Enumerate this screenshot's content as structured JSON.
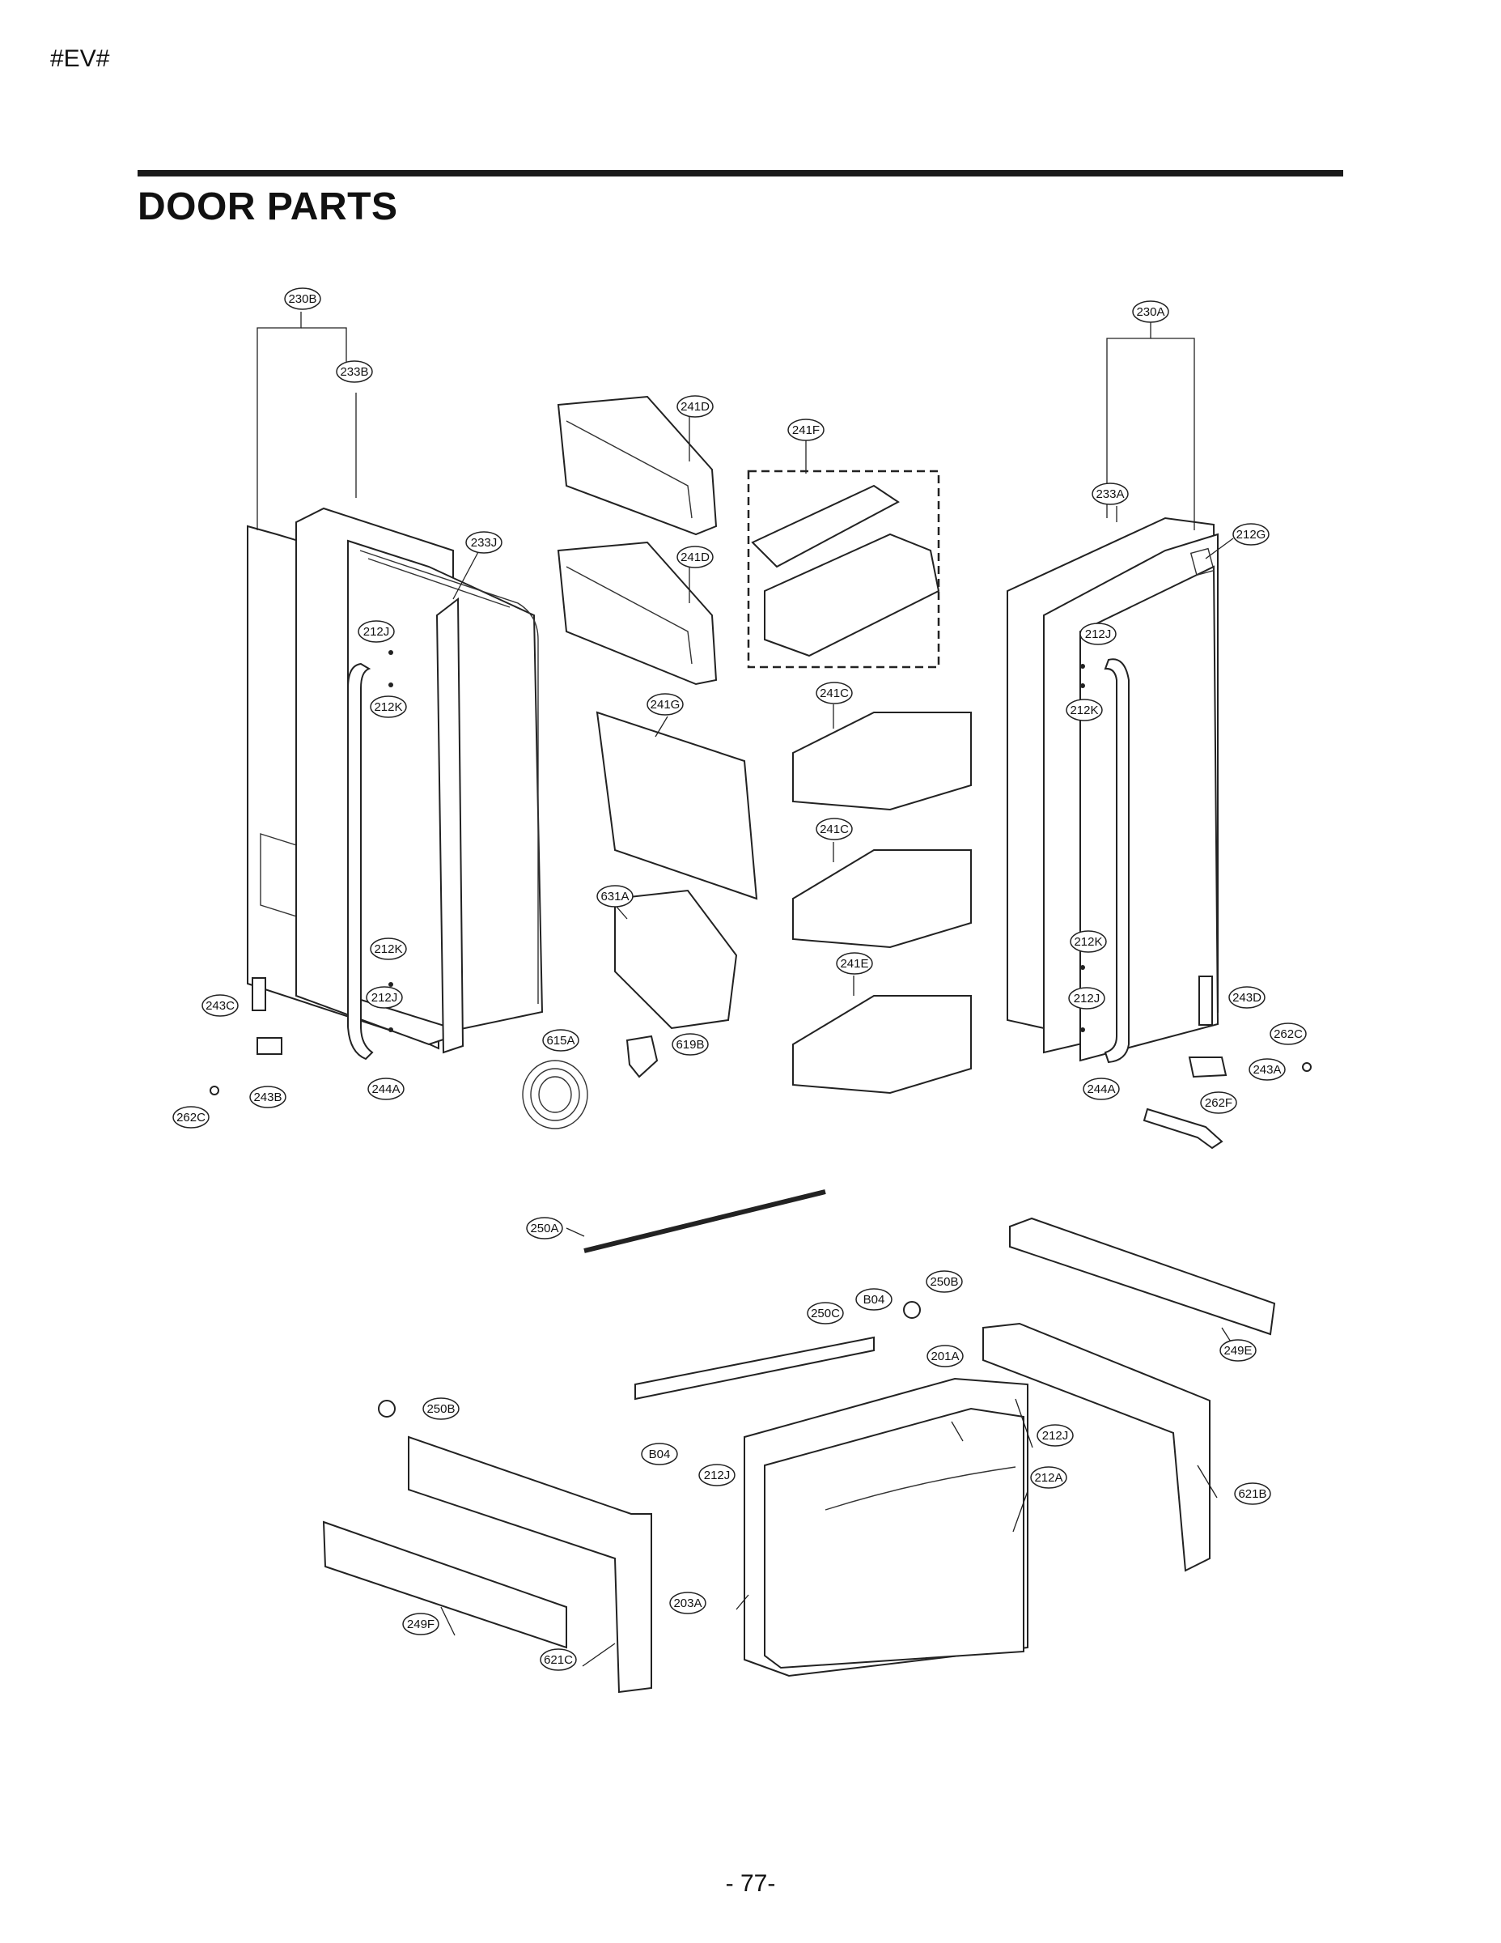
{
  "header": {
    "tag": "#EV#",
    "title": "DOOR PARTS"
  },
  "footer": {
    "page_number": "- 77-"
  },
  "diagram": {
    "callouts": [
      "230B",
      "233B",
      "233J",
      "212J",
      "212K",
      "212K",
      "212J",
      "243C",
      "243B",
      "262C",
      "244A",
      "241D",
      "241D",
      "241F",
      "241G",
      "241C",
      "241C",
      "631A",
      "241E",
      "615A",
      "619B",
      "230A",
      "233A",
      "212G",
      "212J",
      "212K",
      "212K",
      "212J",
      "243D",
      "262C",
      "243A",
      "244A",
      "262F",
      "250A",
      "B04",
      "250B",
      "250C",
      "201A",
      "249E",
      "250B",
      "B04",
      "212J",
      "212J",
      "212A",
      "621B",
      "203A",
      "249F",
      "621C"
    ]
  }
}
